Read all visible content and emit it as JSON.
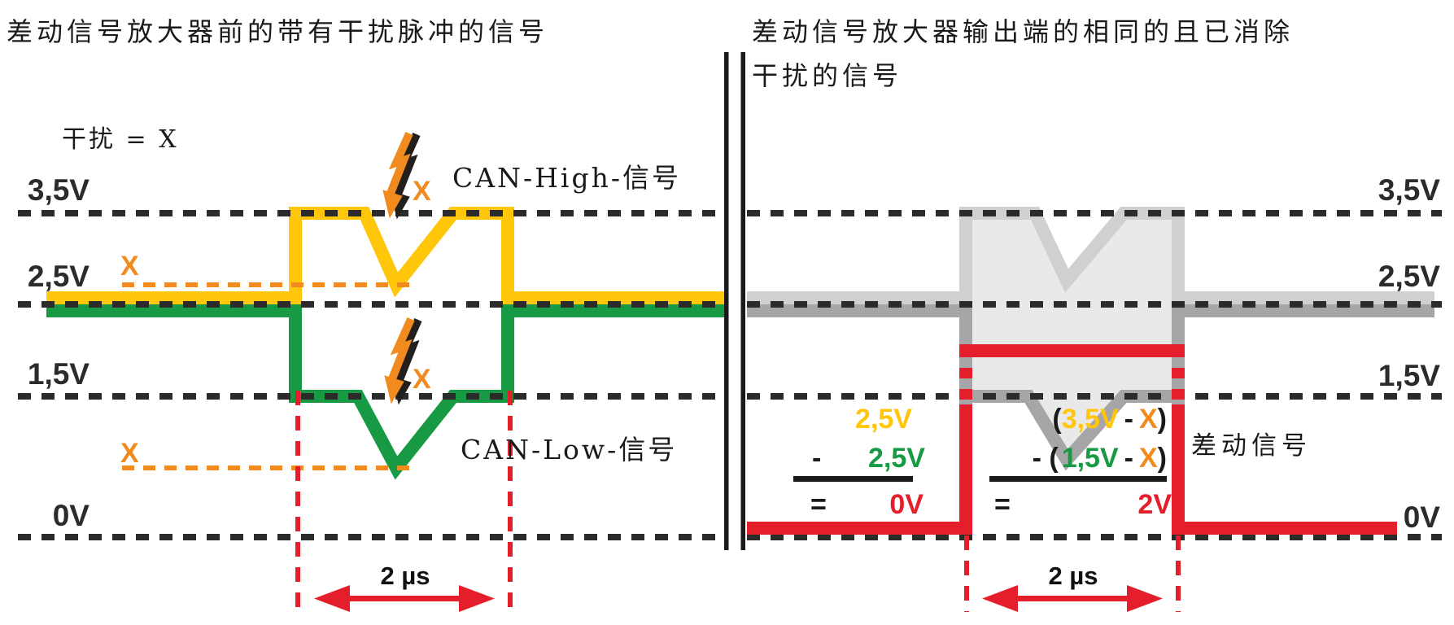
{
  "titles": {
    "left": "差动信号放大器前的带有干扰脉冲的信号",
    "right_line1": "差动信号放大器输出端的相同的且已消除",
    "right_line2": "干扰的信号"
  },
  "labels": {
    "interference": "干扰 = X",
    "can_high": "CAN-High-信号",
    "can_low": "CAN-Low-信号",
    "diff_signal": "差动信号",
    "x_marker": "X",
    "time_span": "2 µs"
  },
  "axis": {
    "left": [
      "3,5V",
      "2,5V",
      "1,5V",
      "0V"
    ],
    "right": [
      "3,5V",
      "2,5V",
      "1,5V",
      "0V"
    ]
  },
  "formulas": {
    "left": {
      "line1": "2,5V",
      "line2_op": "-",
      "line2": "2,5V",
      "line3_op": "=",
      "line3": "0V"
    },
    "right": {
      "l1_open": "(",
      "l1_v": "3,5V",
      "l1_op": "-",
      "l1_x": "X",
      "l1_close": ")",
      "l2_pre": "- (",
      "l2_v": "1,5V",
      "l2_op": "-",
      "l2_x": "X",
      "l2_close": ")",
      "l3_op": "=",
      "l3_v": "2V"
    }
  },
  "colors": {
    "can_high_yellow": "#FFC60A",
    "can_low_green": "#189A44",
    "interference_orange": "#F18A1F",
    "diff_red": "#E41E2A",
    "gray_high": "#d0d0d3",
    "gray_low": "#a6a6a9",
    "gray_fill": "#e9e9ea",
    "grid_black": "#2b2b2b"
  }
}
